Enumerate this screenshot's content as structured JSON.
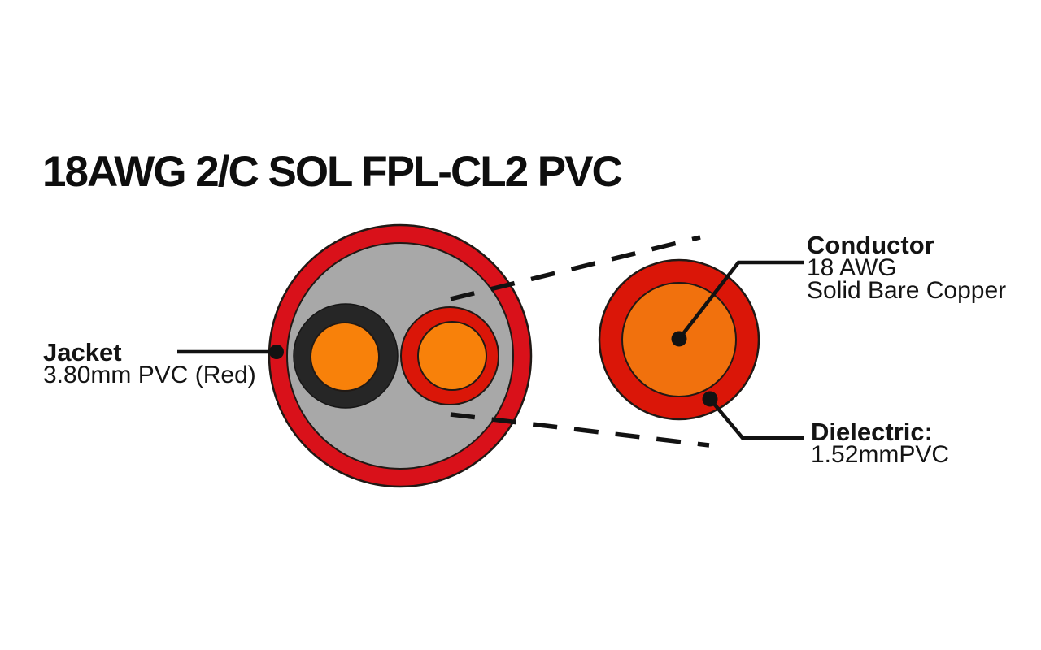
{
  "title": "18AWG 2/C SOL FPL-CL2 PVC",
  "labels": {
    "jacket": {
      "heading": "Jacket",
      "line1": "3.80mm PVC (Red)"
    },
    "conductor": {
      "heading": "Conductor",
      "line1": "18 AWG",
      "line2": "Solid Bare Copper"
    },
    "dielectric": {
      "heading": "Dielectric:",
      "line1": "1.52mmPVC"
    }
  },
  "colors": {
    "jacket_red": "#d9111a",
    "insulation_red": "#da1608",
    "conductor_orange": "#f8810a",
    "detail_conductor_orange": "#f1710d",
    "filler_gray": "#a8a8a8",
    "insulation_black": "#262626",
    "callout_black": "#121212",
    "background": "#ffffff",
    "title_text": "#0e0e0e"
  }
}
